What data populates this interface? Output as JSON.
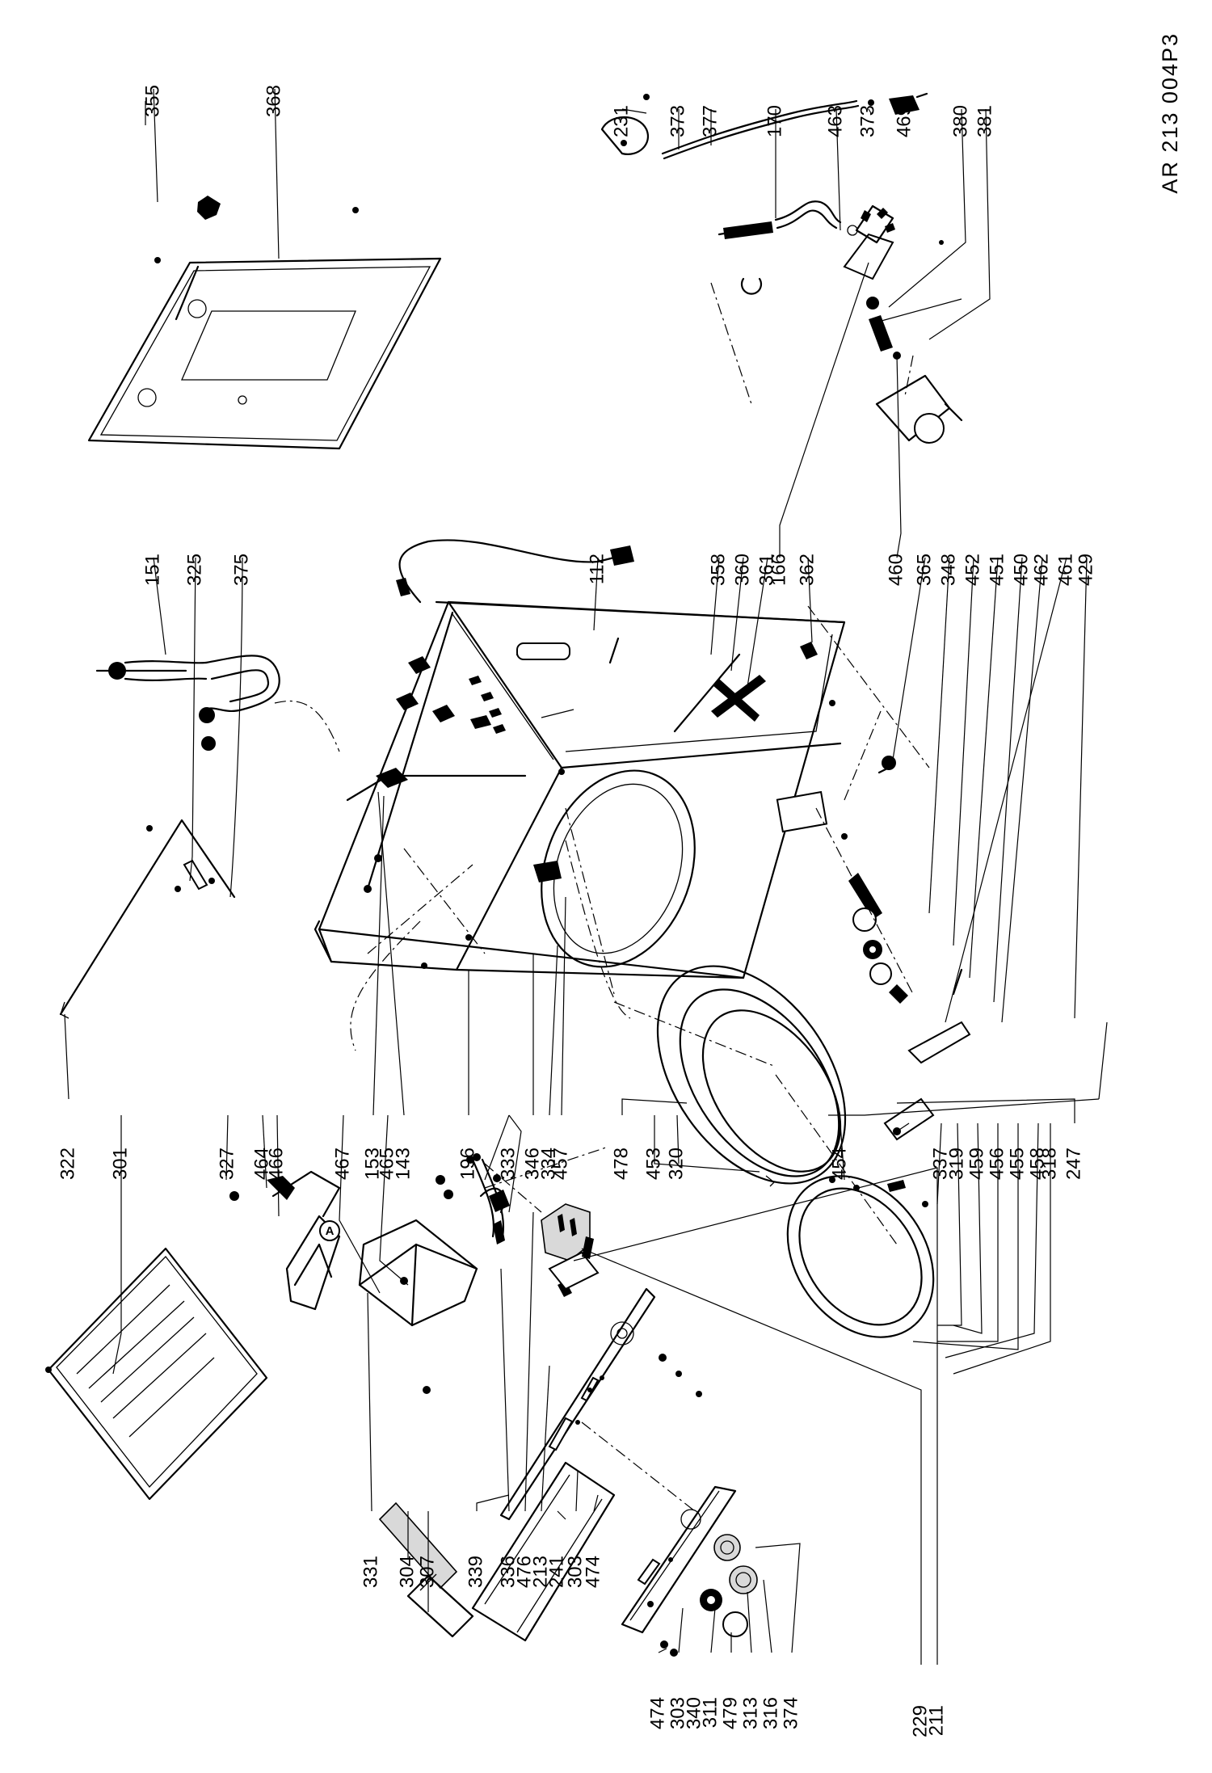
{
  "document_code": "AR 213 004P3",
  "callouts": {
    "top_row_left": [
      "355",
      "368"
    ],
    "top_row_mid": [
      "151",
      "325",
      "375",
      "112"
    ],
    "top_row_right": [
      "231",
      "373",
      "377",
      "170",
      "463",
      "373",
      "469",
      "380",
      "381"
    ],
    "right_mid": [
      "358",
      "360",
      "361",
      "166",
      "362",
      "460",
      "365",
      "348",
      "452",
      "451",
      "450",
      "462",
      "461",
      "429"
    ],
    "bottom_left": [
      "322",
      "301",
      "327",
      "464",
      "466",
      "467",
      "153",
      "465",
      "143",
      "196",
      "333",
      "346",
      "334",
      "457",
      "478",
      "453",
      "320",
      "454",
      "337",
      "319",
      "459",
      "456",
      "455",
      "458",
      "318",
      "247"
    ],
    "bottom_row": [
      "331",
      "304",
      "307",
      "339",
      "336",
      "476",
      "213",
      "241",
      "303",
      "474",
      "474",
      "303",
      "340",
      "311",
      "479",
      "313",
      "316",
      "374",
      "229",
      "211"
    ]
  },
  "marker": "A"
}
